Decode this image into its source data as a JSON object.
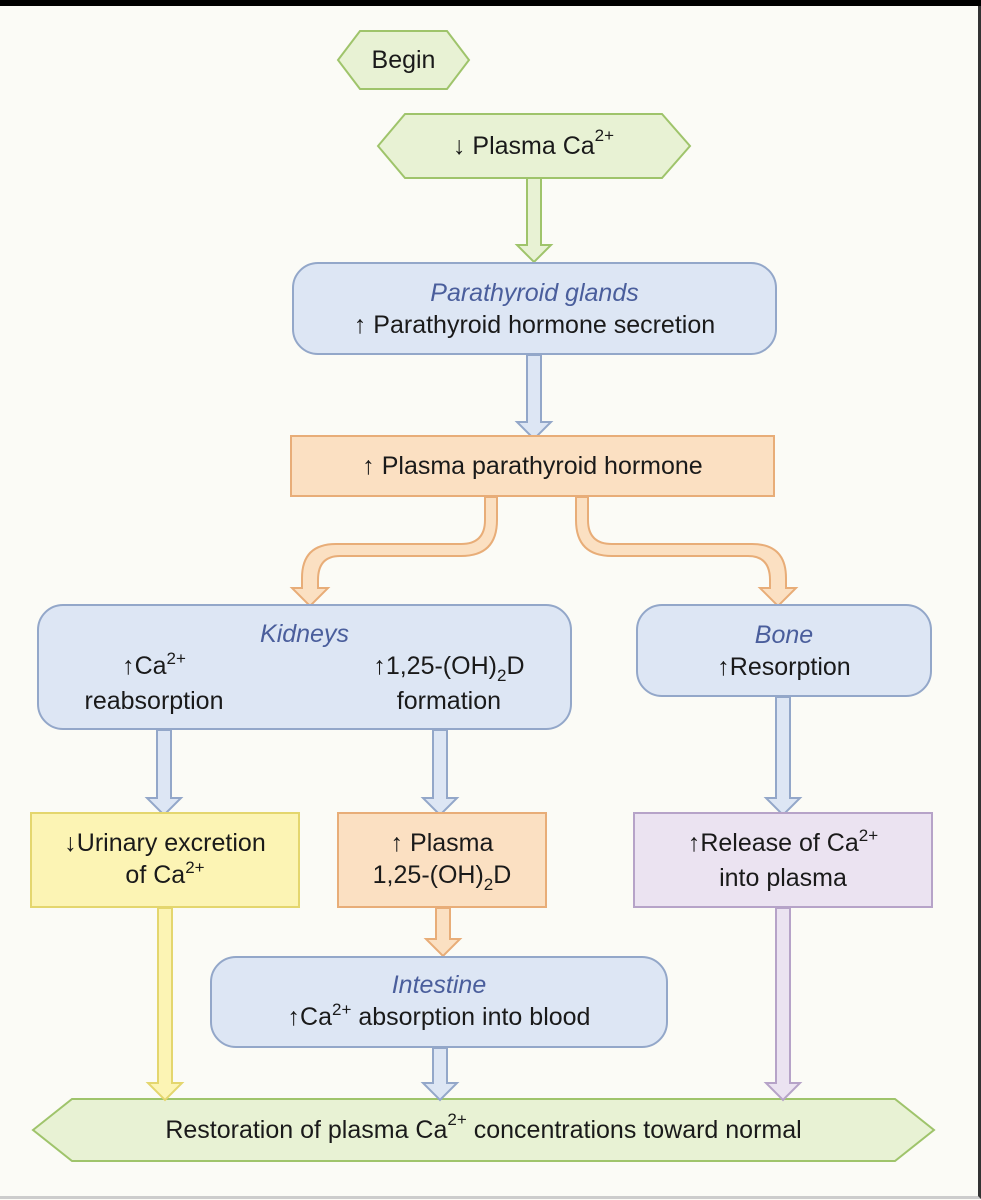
{
  "begin": "Begin",
  "plasma_ca": {
    "arrow": "↓",
    "text": "Plasma Ca",
    "sup": "2+"
  },
  "parathyroid": {
    "organ": "Parathyroid glands",
    "arrow": "↑",
    "text": "Parathyroid hormone secretion"
  },
  "plasma_pth": {
    "arrow": "↑",
    "text": "Plasma parathyroid hormone"
  },
  "kidneys": {
    "organ": "Kidneys",
    "left": {
      "arrow": "↑",
      "line1": "Ca",
      "sup": "2+",
      "line2": "reabsorption"
    },
    "right": {
      "arrow": "↑",
      "line1_pre": "1,25-(OH)",
      "sub": "2",
      "line1_post": "D",
      "line2": "formation"
    }
  },
  "bone": {
    "organ": "Bone",
    "arrow": "↑",
    "text": "Resorption"
  },
  "urinary": {
    "arrow": "↓",
    "line1": "Urinary excretion",
    "line2_pre": "of Ca",
    "sup": "2+"
  },
  "plasma_d": {
    "arrow": "↑",
    "line1": "Plasma",
    "line2_pre": "1,25-(OH)",
    "sub": "2",
    "line2_post": "D"
  },
  "release": {
    "arrow": "↑",
    "line1_pre": "Release of Ca",
    "sup": "2+",
    "line2": "into plasma"
  },
  "intestine": {
    "organ": "Intestine",
    "arrow": "↑",
    "pre": "Ca",
    "sup": "2+",
    "post": " absorption into blood"
  },
  "restoration": {
    "pre": "Restoration of plasma Ca",
    "sup": "2+",
    "post": " concentrations toward normal"
  },
  "colors": {
    "green_fill": "#e8f2d4",
    "green_stroke": "#9fc46b",
    "blue_fill": "#dde6f4",
    "blue_stroke": "#93a7c9",
    "orange_fill": "#fbe0c2",
    "orange_stroke": "#e8ad78",
    "yellow_fill": "#fcf4b4",
    "yellow_stroke": "#e4d66e",
    "purple_fill": "#ebe3f1",
    "purple_stroke": "#b6a3c8"
  }
}
